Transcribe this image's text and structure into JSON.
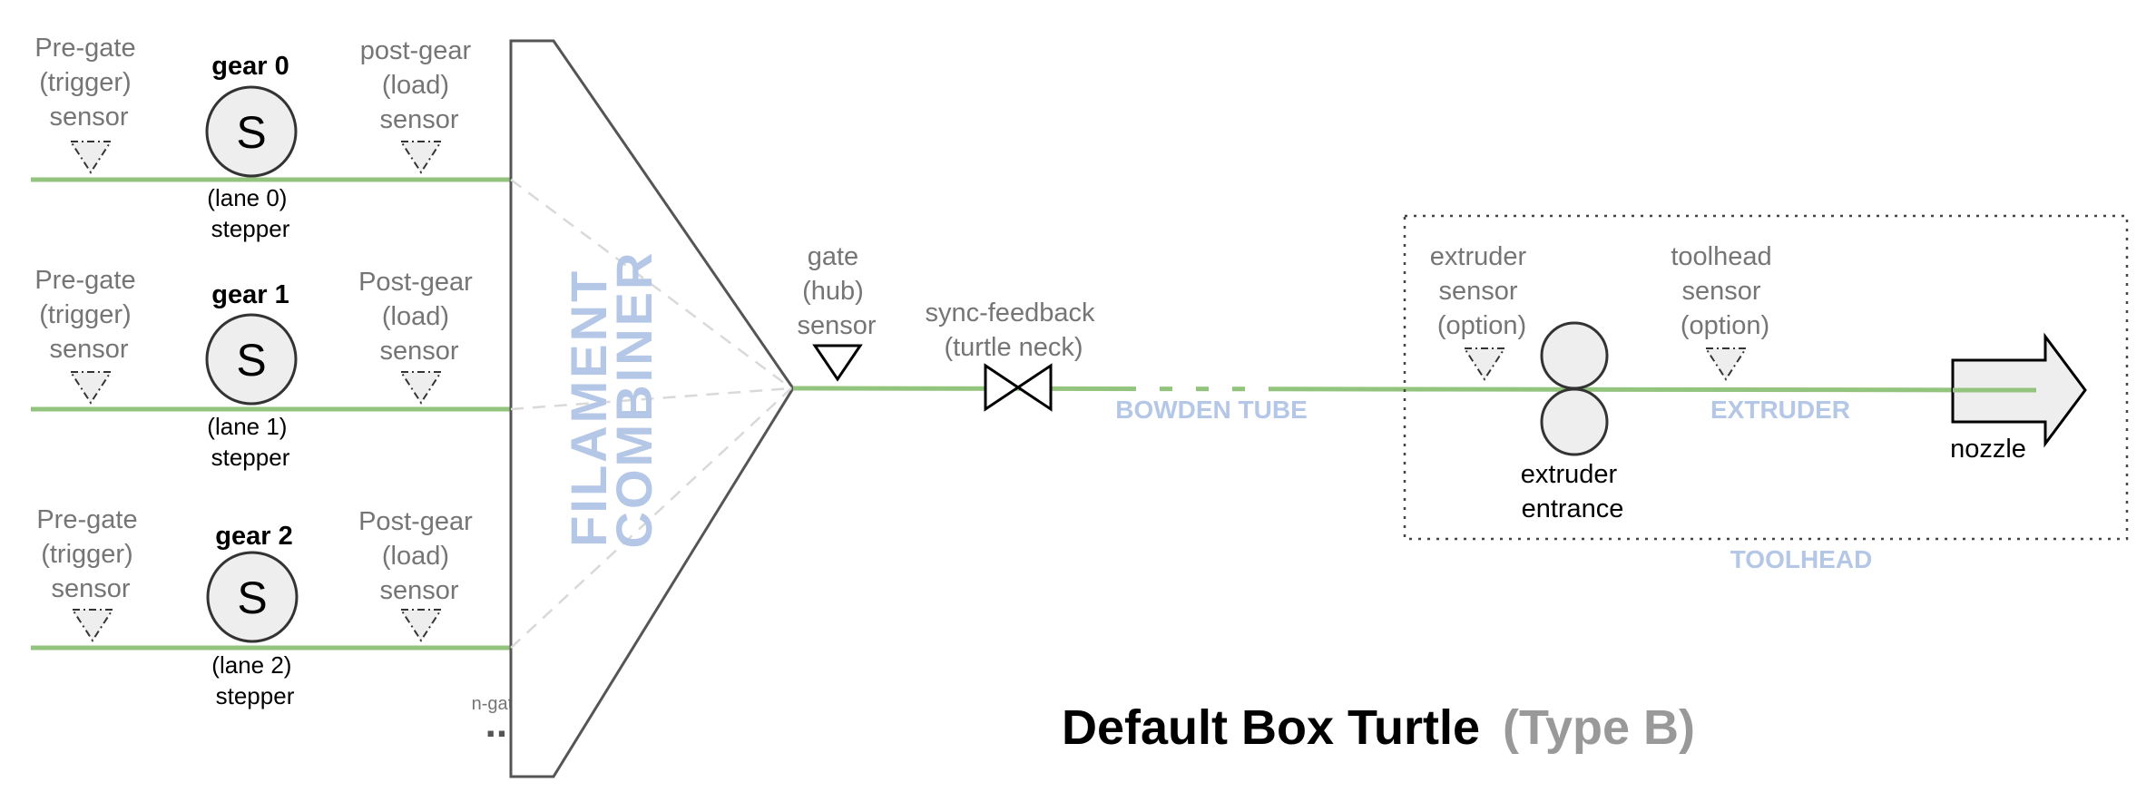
{
  "title": {
    "main": "Default Box Turtle",
    "type": "(Type B)"
  },
  "lanes": [
    {
      "pre_gate": [
        "Pre-gate",
        "(trigger)",
        "sensor"
      ],
      "gear": "gear 0",
      "stepper_symbol": "S",
      "stepper_label": [
        "(lane 0)",
        "stepper"
      ],
      "post_gear": [
        "post-gear",
        "(load)",
        "sensor"
      ]
    },
    {
      "pre_gate": [
        "Pre-gate",
        "(trigger)",
        "sensor"
      ],
      "gear": "gear 1",
      "stepper_symbol": "S",
      "stepper_label": [
        "(lane 1)",
        "stepper"
      ],
      "post_gear": [
        "Post-gear",
        "(load)",
        "sensor"
      ]
    },
    {
      "pre_gate": [
        "Pre-gate",
        "(trigger)",
        "sensor"
      ],
      "gear": "gear 2",
      "stepper_symbol": "S",
      "stepper_label": [
        "(lane 2)",
        "stepper"
      ],
      "post_gear": [
        "Post-gear",
        "(load)",
        "sensor"
      ]
    }
  ],
  "n_gates": {
    "label": "n-gates",
    "dots": "..."
  },
  "combiner": [
    "FILAMENT",
    "COMBINER"
  ],
  "gate_sensor": [
    "gate",
    "(hub)",
    "sensor"
  ],
  "sync_feedback": [
    "sync-feedback",
    "(turtle neck)"
  ],
  "bowden": "BOWDEN TUBE",
  "extruder_sensor": [
    "extruder",
    "sensor",
    "(option)"
  ],
  "toolhead_sensor": [
    "toolhead",
    "sensor",
    "(option)"
  ],
  "extruder_label": "EXTRUDER",
  "extruder_entrance": [
    "extruder",
    "entrance"
  ],
  "nozzle": "nozzle",
  "toolhead": "TOOLHEAD",
  "colors": {
    "filament": "#93c47d",
    "label_blue": "#b4c7e7",
    "sensor_fill": "#eeeeee",
    "text_gray": "#757575"
  }
}
